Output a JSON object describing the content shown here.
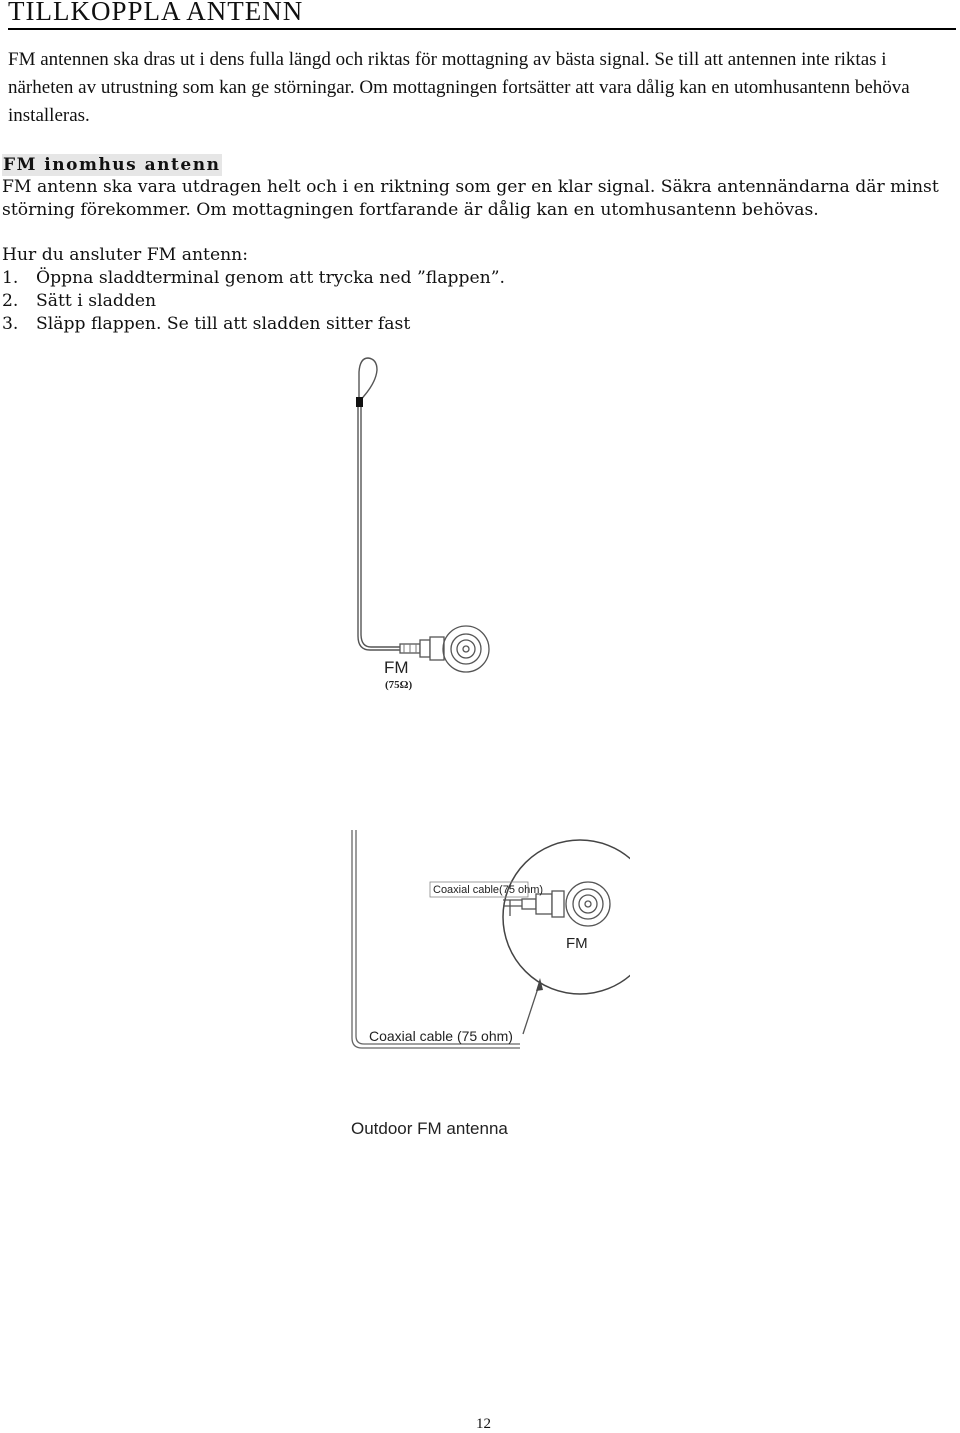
{
  "heading": "TILLKOPPLA ANTENN",
  "intro_text": "FM antennen ska dras ut i dens fulla längd och riktas för mottagning av bästa signal. Se till att antennen inte riktas i närheten av utrustning som kan ge störningar. Om mottagningen fortsätter att vara dålig kan en utomhusantenn behöva installeras.",
  "subheading": "FM inomhus antenn",
  "indoor_text": "FM antenn ska vara utdragen helt och i en riktning som ger en klar signal. Säkra antennändarna där minst störning förekommer. Om mottagningen fortfarande är dålig kan en utomhusantenn behövas.",
  "howto_label": "Hur du ansluter FM antenn:",
  "steps": [
    {
      "num": "1.",
      "text": "Öppna sladdterminal genom att trycka ned ”flappen”."
    },
    {
      "num": "2.",
      "text": "Sätt i sladden"
    },
    {
      "num": "3.",
      "text": "Släpp flappen. Se till att sladden sitter fast"
    }
  ],
  "figure1": {
    "terminal_label": "FM",
    "impedance_label": "(75Ω)"
  },
  "figure2": {
    "inset_cable_label": "Coaxial cable(75 ohm)",
    "inset_fm_label": "FM",
    "cable_label": "Coaxial cable (75 ohm)",
    "caption": "Outdoor FM antenna"
  },
  "page_number": "12"
}
